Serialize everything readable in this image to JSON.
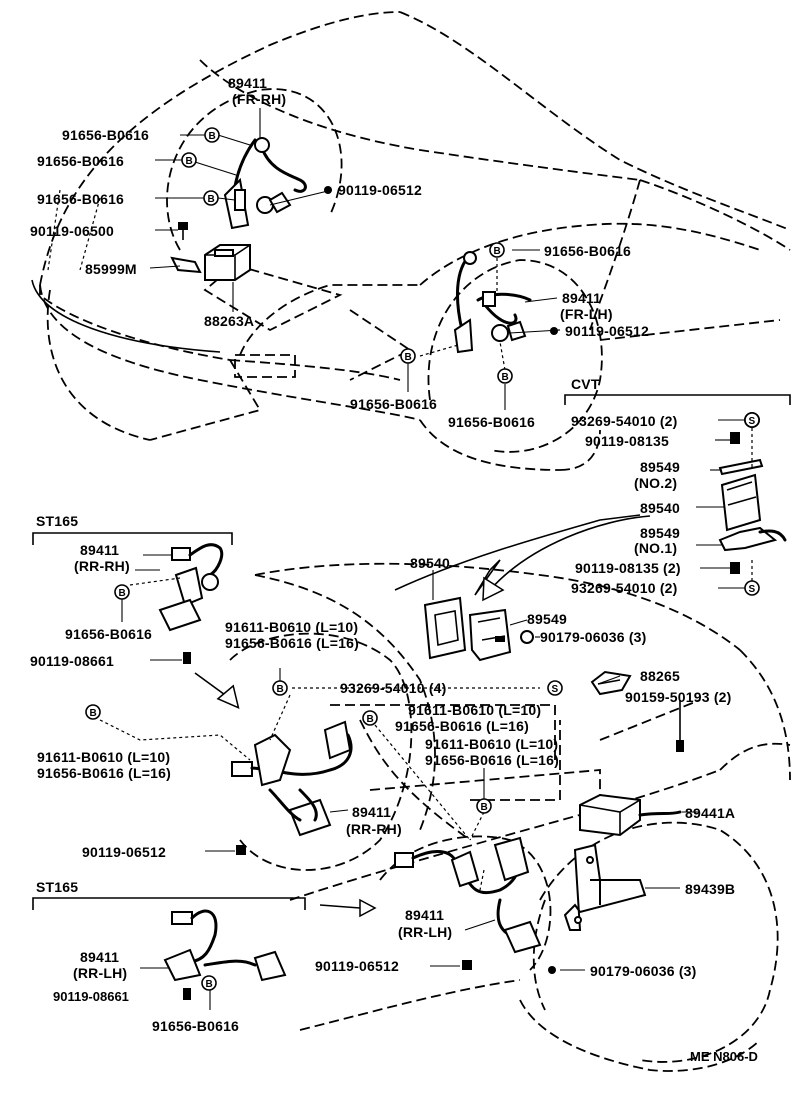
{
  "labels": {
    "l01": "89411",
    "l02": "(FR-RH)",
    "l03": "91656-B0616",
    "l04": "91656-B0616",
    "l05": "91656-B0616",
    "l06": "90119-06512",
    "l07": "90119-06500",
    "l08": "85999M",
    "l09": "88263A",
    "l10": "91656-B0616",
    "l11": "89411",
    "l12": "(FR-LH)",
    "l13": "90119-06512",
    "l14": "91656-B0616",
    "l15": "91656-B0616",
    "l16": "CVT",
    "l17": "93269-54010 (2)",
    "l18": "90119-08135",
    "l19": "89549",
    "l20": "(NO.2)",
    "l21": "89540",
    "l22": "89549",
    "l23": "(NO.1)",
    "l24": "90119-08135 (2)",
    "l25": "93269-54010 (2)",
    "l26": "ST165",
    "l27": "89411",
    "l28": "(RR-RH)",
    "l29": "91656-B0616",
    "l30": "90119-08661",
    "l31": "89540",
    "l32": "89549",
    "l33": "90179-06036 (3)",
    "l34": "91611-B0610 (L=10)",
    "l35": "91656-B0616 (L=16)",
    "l36": "93269-54010 (4)",
    "l37": "88265",
    "l38": "90159-50193 (2)",
    "l39": "91611-B0610 (L=10)",
    "l40": "91656-B0616 (L=16)",
    "l41": "91611-B0610 (L=10)",
    "l42": "91656-B0616 (L=16)",
    "l43": "91611-B0610 (L=10)",
    "l44": "91656-B0616 (L=16)",
    "l45": "89441A",
    "l46": "89411",
    "l47": "(RR-RH)",
    "l48": "90119-06512",
    "l49": "89439B",
    "l50": "ST165",
    "l51": "89411",
    "l52": "(RR-LH)",
    "l53": "89411",
    "l54": "(RR-LH)",
    "l55": "90119-06512",
    "l56": "90179-06036 (3)",
    "l57": "90119-08661",
    "l58": "91656-B0616",
    "l59": "ME N806-D"
  },
  "symbols": {
    "bolt_b": "B",
    "seal_s": "S"
  }
}
